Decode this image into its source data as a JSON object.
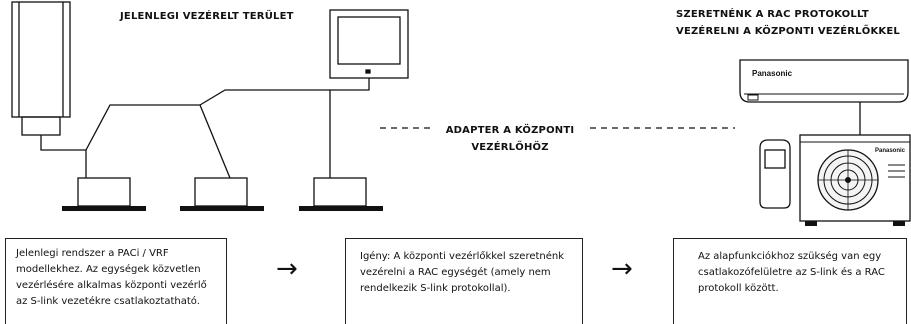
{
  "labels": {
    "current_area": "JELENLEGI VEZÉRELT TERÜLET",
    "target_line1": "SZERETNÉNK A RAC PROTOKOLLT",
    "target_line2": "VEZÉRELNI A KÖZPONTI VEZÉRLŐKKEL",
    "adapter_line1": "ADAPTER A KÖZPONTI",
    "adapter_line2": "VEZÉRLŐHÖZ"
  },
  "brand": {
    "indoor": "Panasonic",
    "outdoor": "Panasonic"
  },
  "boxes": [
    {
      "lines": [
        "Jelenlegi rendszer a PACi / VRF",
        "modellekhez. Az egységek közvetlen",
        "vezérlésére alkalmas központi vezérlő",
        "az S-link vezetékre csatlakoztatható."
      ]
    },
    {
      "lines": [
        "Igény: A központi vezérlőkkel szeretnénk",
        "vezérelni a RAC egységét (amely nem",
        "rendelkezik S-link protokollal)."
      ]
    },
    {
      "lines": [
        "Az alapfunkciókhoz szükség van egy",
        "csatlakozófelületre az S-link és a RAC",
        "protokoll között."
      ]
    }
  ],
  "arrows": [
    "→",
    "→"
  ]
}
